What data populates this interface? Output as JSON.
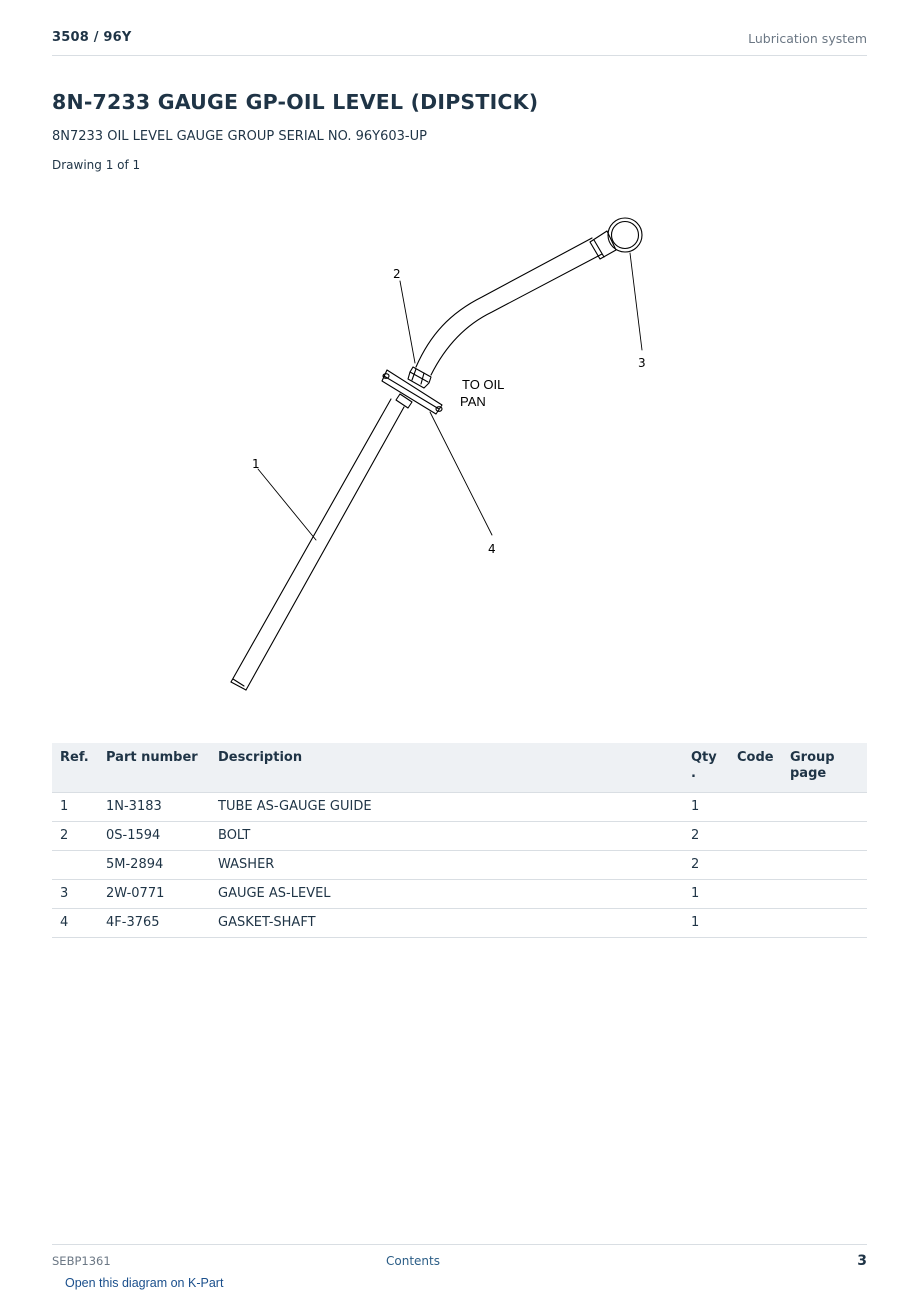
{
  "header": {
    "model": "3508  /  96Y",
    "section": "Lubrication system"
  },
  "title": "8N-7233 GAUGE GP-OIL LEVEL (DIPSTICK)",
  "subtitle": "8N7233 OIL LEVEL GAUGE GROUP SERIAL NO. 96Y603-UP",
  "drawing_count": "Drawing 1 of 1",
  "diagram": {
    "callouts": [
      "1",
      "2",
      "3",
      "4"
    ],
    "note_line1": "TO OIL",
    "note_line2": "PAN"
  },
  "table": {
    "headers": {
      "ref": "Ref.",
      "part": "Part number",
      "desc": "Description",
      "qty1": "Qty",
      "qty2": ".",
      "code": "Code",
      "group1": "Group",
      "group2": "page"
    },
    "rows": [
      {
        "ref": "1",
        "part": "1N-3183",
        "desc": "TUBE AS-GAUGE GUIDE",
        "qty": "1",
        "code": "",
        "group": ""
      },
      {
        "ref": "2",
        "part": "0S-1594",
        "desc": "BOLT",
        "qty": "2",
        "code": "",
        "group": ""
      },
      {
        "ref": "",
        "part": "5M-2894",
        "desc": "WASHER",
        "qty": "2",
        "code": "",
        "group": ""
      },
      {
        "ref": "3",
        "part": "2W-0771",
        "desc": "GAUGE AS-LEVEL",
        "qty": "1",
        "code": "",
        "group": ""
      },
      {
        "ref": "4",
        "part": "4F-3765",
        "desc": "GASKET-SHAFT",
        "qty": "1",
        "code": "",
        "group": ""
      }
    ]
  },
  "footer": {
    "doc_number": "SEBP1361",
    "contents_link": "Contents",
    "page_number": "3",
    "kpart_link": "Open this diagram on K-Part"
  }
}
